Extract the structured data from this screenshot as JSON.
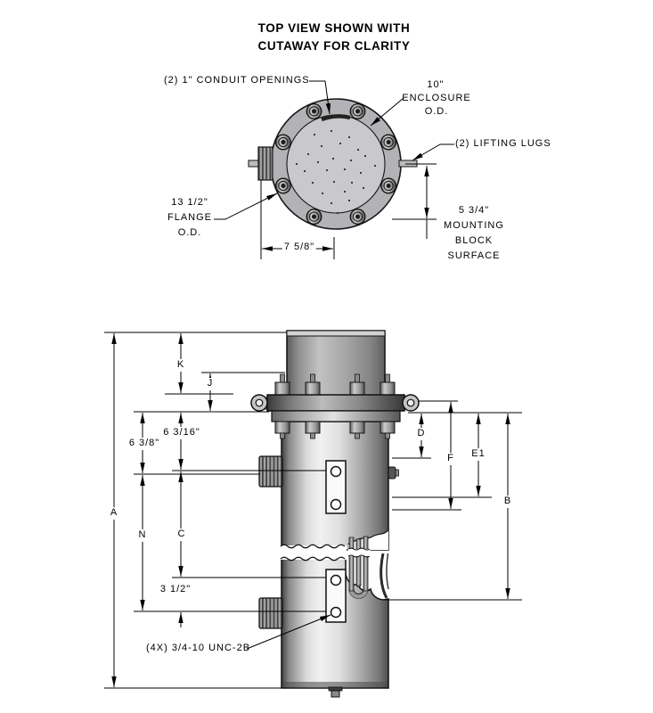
{
  "colors": {
    "line": "#000000",
    "metal_ring": "#b3b3b7",
    "metal_face": "#c9c9cc",
    "metal_dark": "#4a4a4a"
  },
  "top_view": {
    "title1": "TOP VIEW SHOWN WITH",
    "title2": "CUTAWAY FOR CLARITY",
    "labels": {
      "conduit": "(2) 1\" CONDUIT OPENINGS",
      "enclosure1": "10\"",
      "enclosure2": "ENCLOSURE",
      "enclosure3": "O.D.",
      "lugs": "(2) LIFTING LUGS",
      "flange1": "13 1/2\"",
      "flange2": "FLANGE",
      "flange3": "O.D.",
      "mount1": "5 3/4\"",
      "mount2": "MOUNTING",
      "mount3": "BLOCK",
      "mount4": "SURFACE",
      "dim_width": "7 5/8\""
    }
  },
  "side_view": {
    "dims": {
      "A": "A",
      "B": "B",
      "C": "C",
      "D": "D",
      "E1": "E1",
      "F": "F",
      "J": "J",
      "K": "K",
      "N": "N",
      "d638": "6 3/8\"",
      "d6316": "6 3/16\"",
      "d312": "3 1/2\""
    },
    "thread_note": "(4X) 3/4-10 UNC-2B"
  }
}
